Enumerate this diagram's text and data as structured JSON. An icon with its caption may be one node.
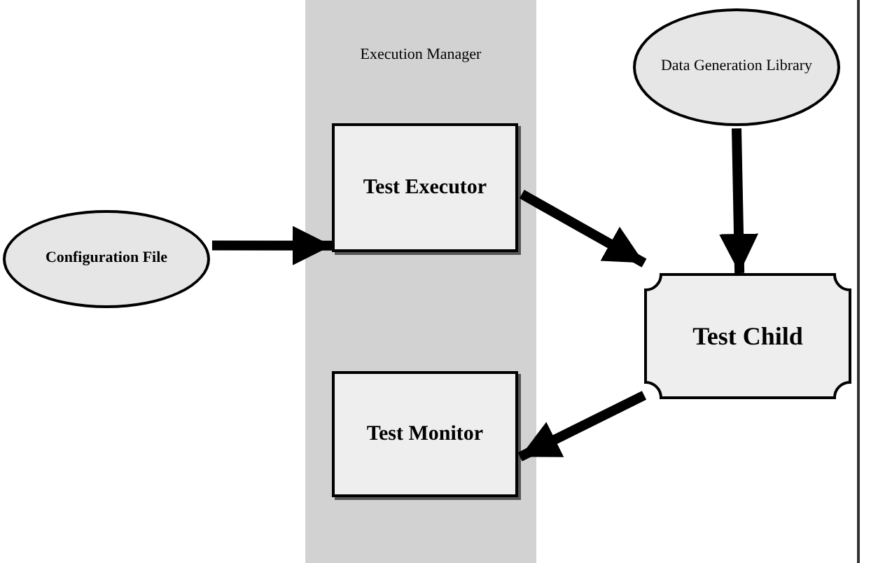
{
  "diagram": {
    "nodes": [
      {
        "text": [
          "Execution Manager"
        ]
      },
      {
        "text": [
          "Configuration File"
        ]
      },
      {
        "text": [
          "Test Executor"
        ],
        "in": 0
      },
      {
        "text": [
          "Test Monitor"
        ],
        "in": 0
      },
      {
        "text": [
          "Data Generation Library"
        ]
      },
      {
        "text": [
          "Test Child"
        ]
      }
    ],
    "edges": [
      {
        "from": 1,
        "to": 2,
        "arrow": "to"
      },
      {
        "from": 2,
        "to": 5,
        "arrow": "to"
      },
      {
        "from": 4,
        "to": 5,
        "arrow": "to"
      },
      {
        "from": 5,
        "to": 3,
        "arrow": "to"
      }
    ]
  }
}
